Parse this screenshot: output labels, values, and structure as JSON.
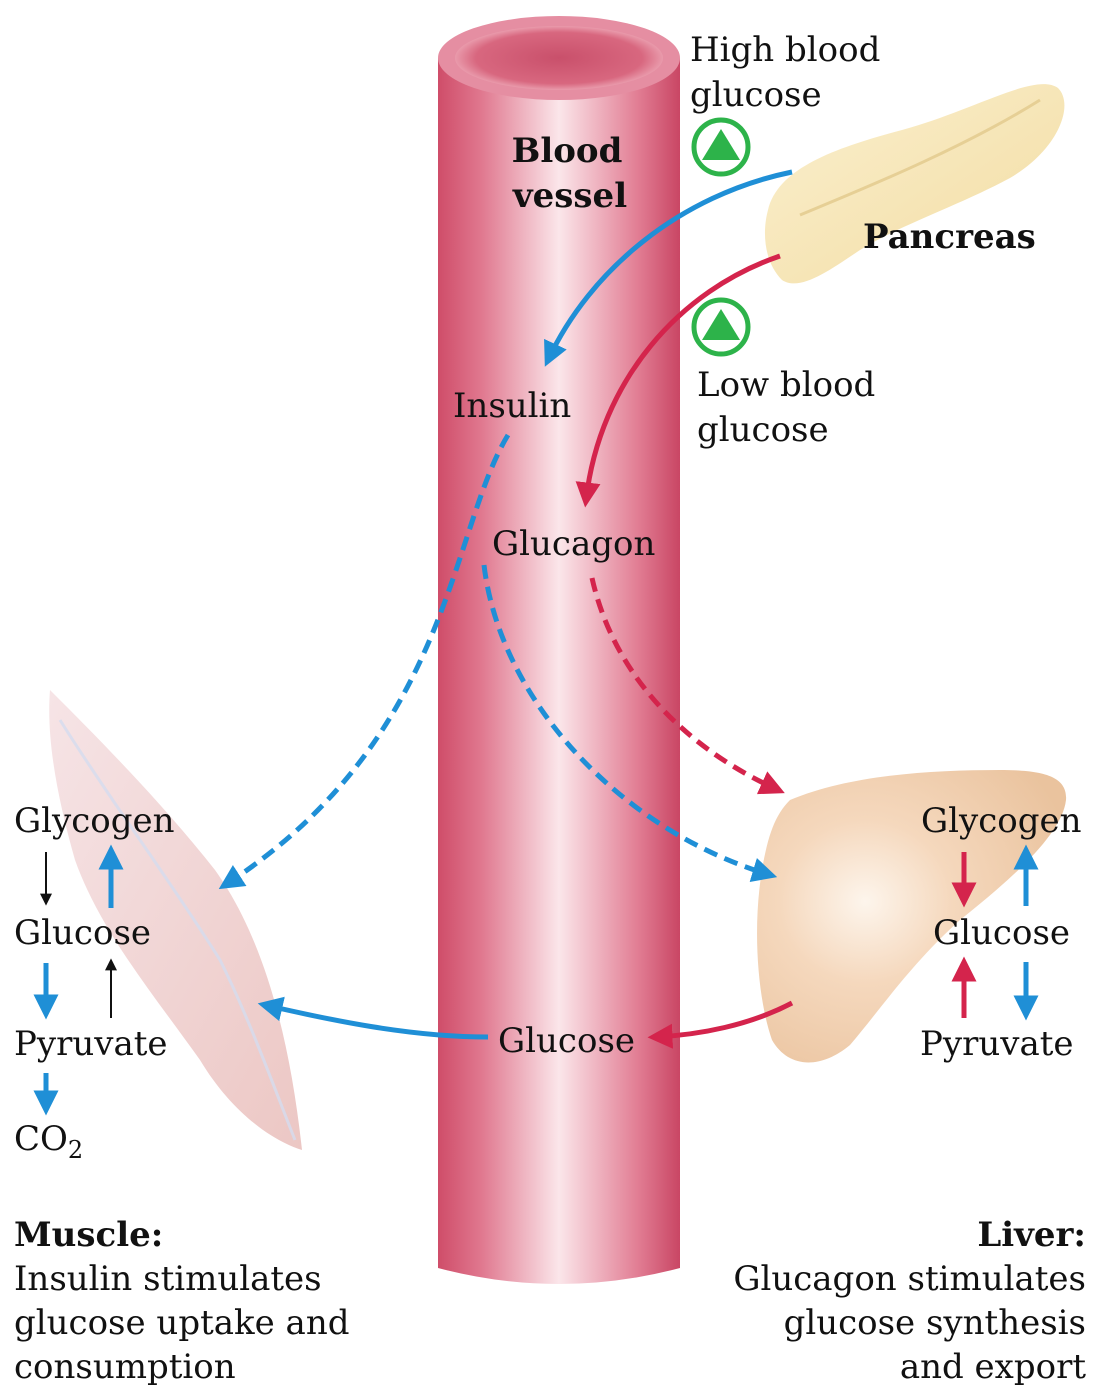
{
  "labels": {
    "blood_vessel": [
      "Blood",
      "vessel"
    ],
    "high_blood_glucose": [
      "High blood",
      "glucose"
    ],
    "low_blood_glucose": [
      "Low blood",
      "glucose"
    ],
    "pancreas": "Pancreas",
    "insulin": "Insulin",
    "glucagon": "Glucagon",
    "vessel_glucose": "Glucose"
  },
  "muscle": {
    "glycogen": "Glycogen",
    "glucose": "Glucose",
    "pyruvate": "Pyruvate",
    "co2": "CO",
    "co2_subscript": "2",
    "title": "Muscle:",
    "caption": [
      "Insulin stimulates",
      "glucose uptake and",
      "consumption"
    ]
  },
  "liver": {
    "glycogen": "Glycogen",
    "glucose": "Glucose",
    "pyruvate": "Pyruvate",
    "title": "Liver:",
    "caption": [
      "Glucagon stimulates",
      "glucose synthesis",
      "and export"
    ]
  },
  "colors": {
    "insulin_path": "#1f8fd6",
    "glucagon_path": "#d4244c",
    "vessel": "#d9607a",
    "indicator": "#2db34a"
  },
  "icons": {
    "indicator": "up-triangle-in-circle"
  }
}
